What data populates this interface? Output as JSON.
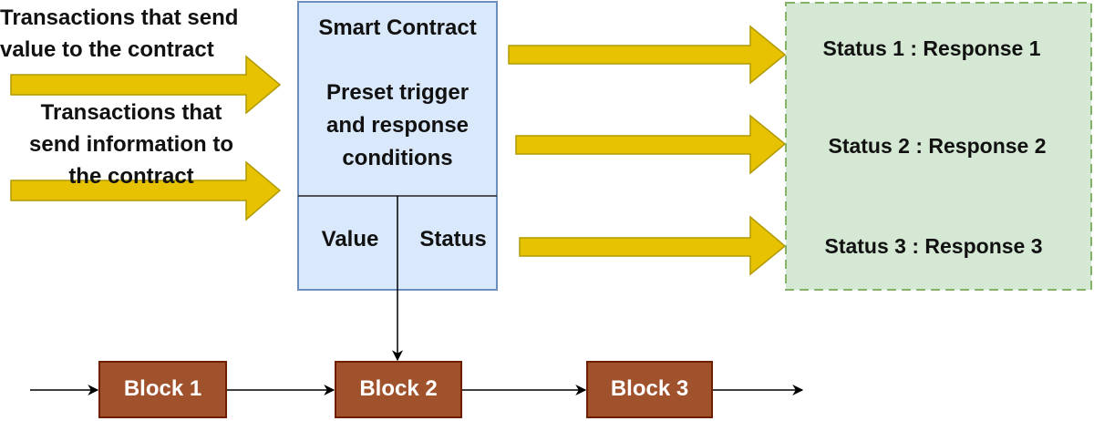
{
  "inputs": {
    "value_tx_label": "Transactions that send value to the contract",
    "info_tx_label": "Transactions that send information to the contract"
  },
  "contract": {
    "title": "Smart Contract",
    "body": "Preset trigger and response conditions",
    "value_label": "Value",
    "status_label": "Status"
  },
  "statuses": [
    {
      "label": "Status 1 : Response 1"
    },
    {
      "label": "Status 2 : Response 2"
    },
    {
      "label": "Status 3 : Response 3"
    }
  ],
  "blocks": [
    {
      "label": "Block 1"
    },
    {
      "label": "Block 2"
    },
    {
      "label": "Block 3"
    }
  ],
  "colors": {
    "arrow_fill": "#e6c200",
    "arrow_stroke": "#b09a00",
    "contract_fill": "#dae8fc",
    "contract_stroke": "#6c8ebf",
    "status_fill": "#d5e8d4",
    "status_stroke": "#82b366",
    "block_fill": "#a0522d",
    "block_stroke": "#6d1f00"
  }
}
